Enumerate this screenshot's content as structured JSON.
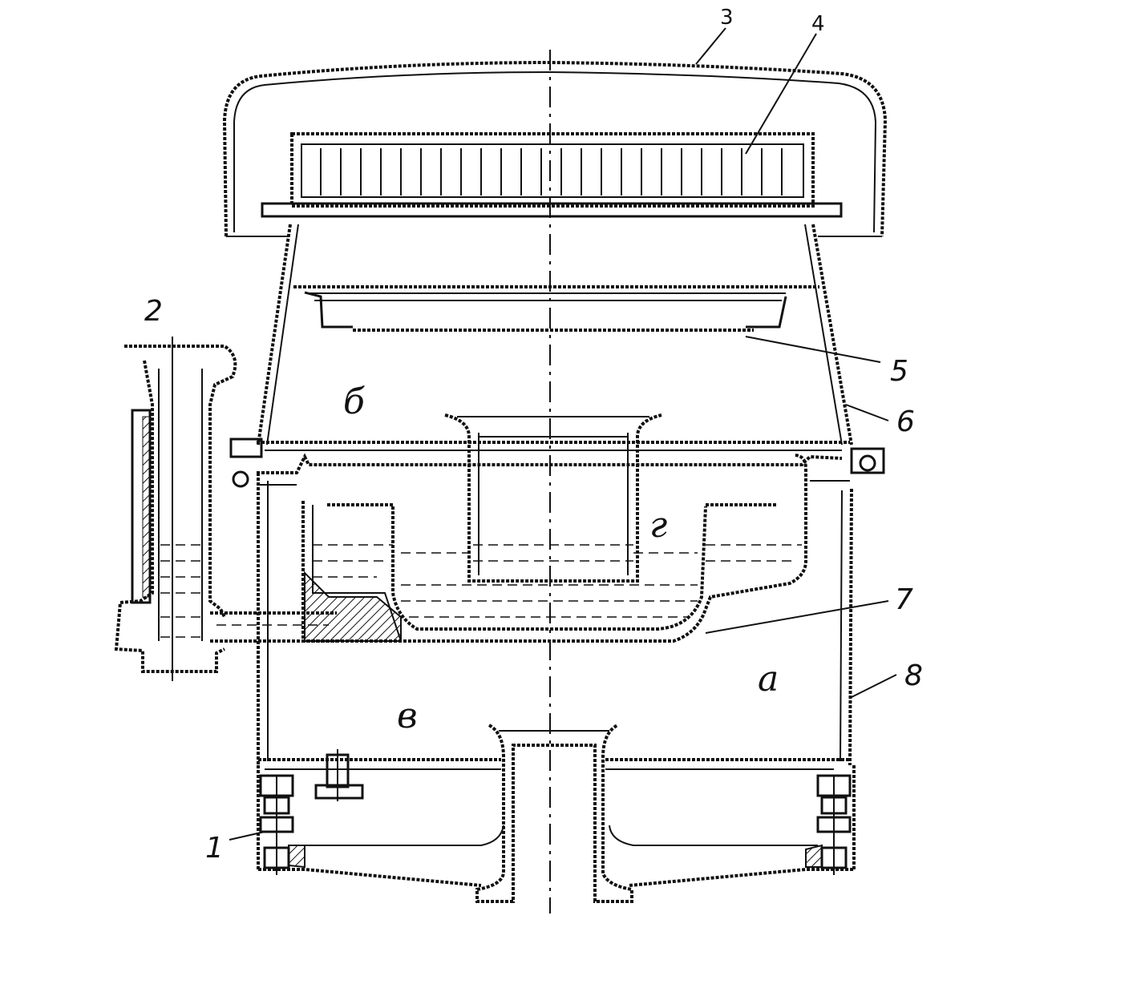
{
  "labels": {
    "n1": "1",
    "n2": "2",
    "n3": "3",
    "n4": "4",
    "n5": "5",
    "n6": "6",
    "n7": "7",
    "n8": "8"
  },
  "zones": {
    "a": "а",
    "b": "б",
    "v": "в",
    "g": "г"
  }
}
